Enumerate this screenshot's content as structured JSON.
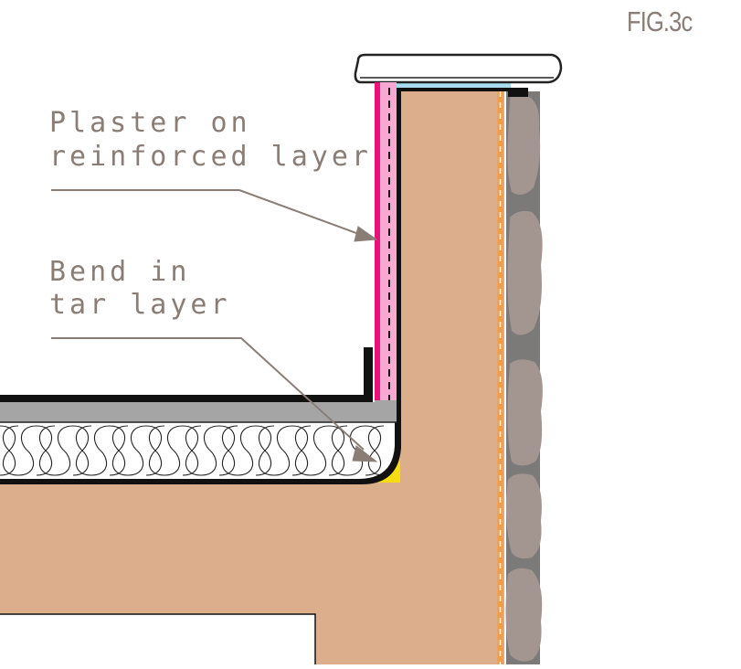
{
  "figure": {
    "label": "FIG.3c"
  },
  "callouts": [
    {
      "lines": [
        "Plaster on",
        "reinforced layer"
      ]
    },
    {
      "lines": [
        "Bend in",
        "tar layer"
      ]
    }
  ],
  "colors": {
    "concrete": "#dcae8c",
    "gravel": "#a39691",
    "gravel_gap": "#7c7a79",
    "plaster_magenta": "#e8117d",
    "plaster_pink": "#f8a9d3",
    "flashing_blue": "#a8dcef",
    "orange_layer": "#f49c44",
    "tar_black": "#111111",
    "gray_layer": "#a5a5a5",
    "fillet_yellow": "#f5dd11",
    "annotation": "#8a7d76"
  }
}
